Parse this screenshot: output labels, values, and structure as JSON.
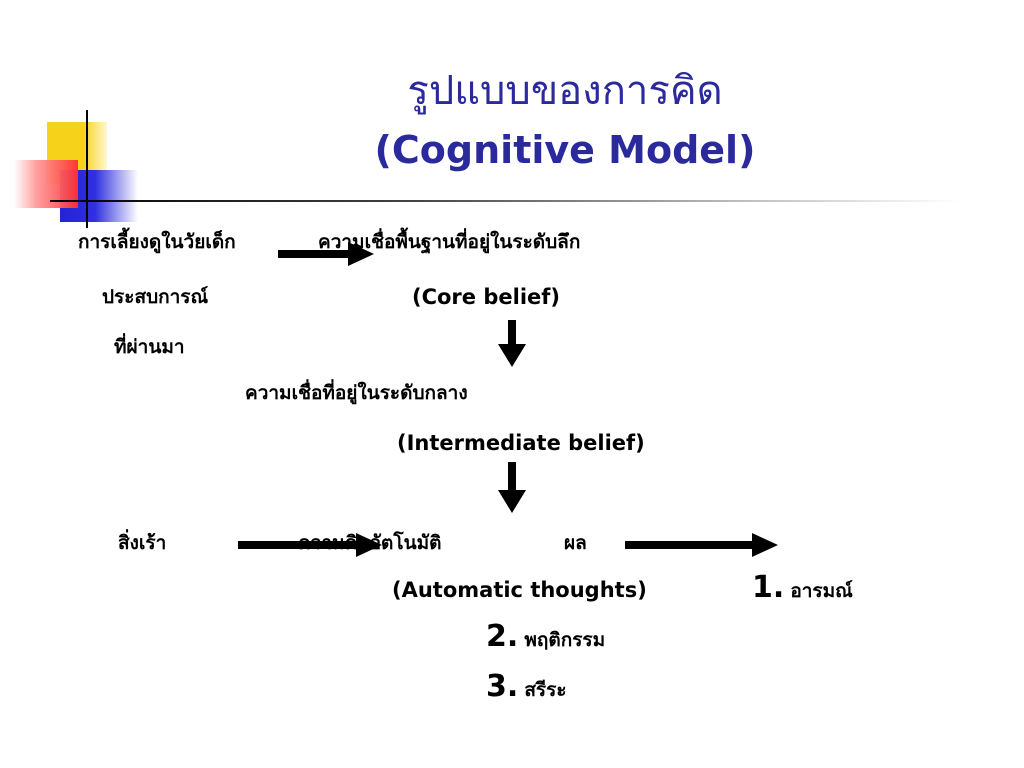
{
  "title": {
    "thai": "รูปแบบของการคิด",
    "english": "(Cognitive Model)"
  },
  "diagram": {
    "childhood_line1": "การเลี้ยงดูในวัยเด็ก",
    "childhood_line2": "ประสบการณ์",
    "childhood_line3": "ที่ผ่านมา",
    "core_belief_th": "ความเชื่อพื้นฐานที่อยู่ในระดับลึก",
    "core_belief_en": "(Core belief)",
    "intermediate_th": "ความเชื่อที่อยู่ในระดับกลาง",
    "intermediate_en": "(Intermediate belief)",
    "stimulus": "สิ่งเร้า",
    "automatic_th": "ความคิดอัตโนมัติ",
    "automatic_en": "(Automatic thoughts)",
    "result": "ผล",
    "outcomes": [
      {
        "num": "1.",
        "label": "อารมณ์"
      },
      {
        "num": "2.",
        "label": "พฤติกรรม"
      },
      {
        "num": "3.",
        "label": "สรีระ"
      }
    ]
  }
}
